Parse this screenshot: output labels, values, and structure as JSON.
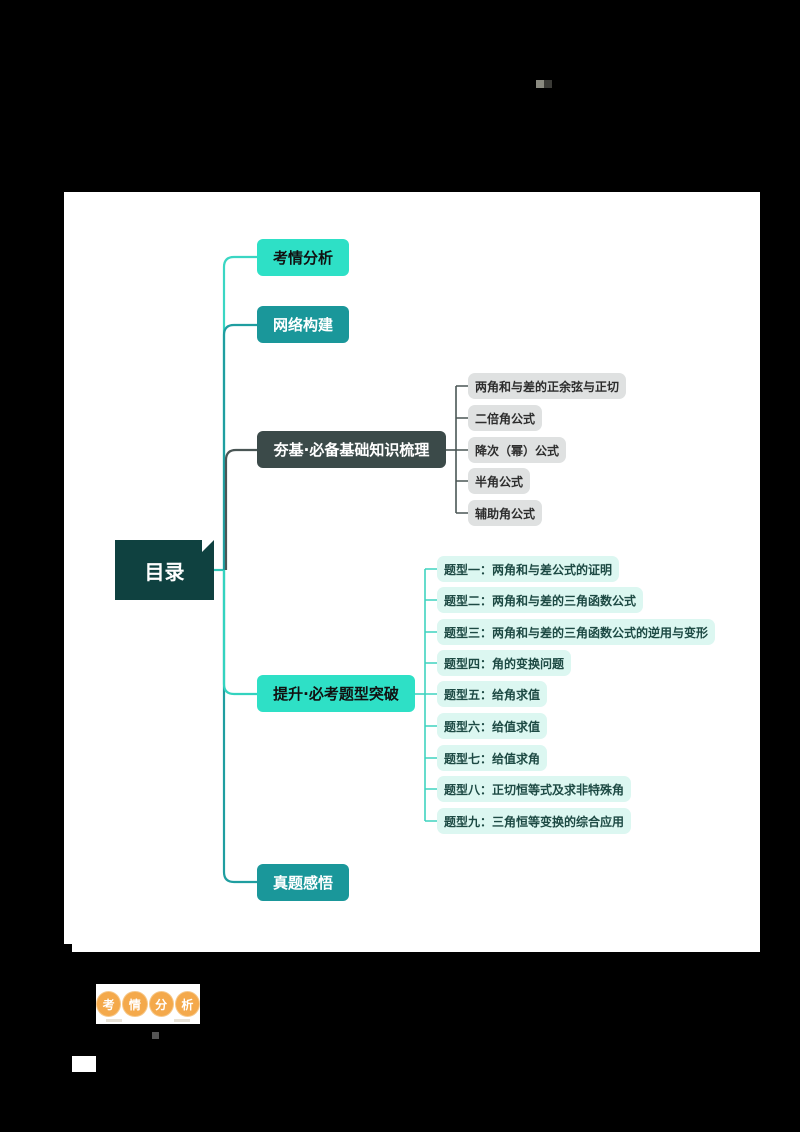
{
  "mindmap": {
    "root": {
      "label": "目录"
    },
    "branches": [
      {
        "label": "考情分析",
        "color": "#2ee0c6"
      },
      {
        "label": "网络构建",
        "color": "#1a979a"
      },
      {
        "label": "夯基·必备基础知识梳理",
        "color": "#3b4a49",
        "children": [
          "两角和与差的正余弦与正切",
          "二倍角公式",
          "降次（幂）公式",
          "半角公式",
          "辅助角公式"
        ]
      },
      {
        "label": "提升·必考题型突破",
        "color": "#2ee0c6",
        "children": [
          "题型一：两角和与差公式的证明",
          "题型二：两角和与差的三角函数公式",
          "题型三：两角和与差的三角函数公式的逆用与变形",
          "题型四：角的变换问题",
          "题型五：给角求值",
          "题型六：给值求值",
          "题型七：给值求角",
          "题型八：正切恒等式及求非特殊角",
          "题型九：三角恒等变换的综合应用"
        ]
      },
      {
        "label": "真题感悟",
        "color": "#1a979a"
      }
    ]
  },
  "section_badge": {
    "chars": [
      "考",
      "情",
      "分",
      "析"
    ],
    "color": "#f4a94b"
  }
}
